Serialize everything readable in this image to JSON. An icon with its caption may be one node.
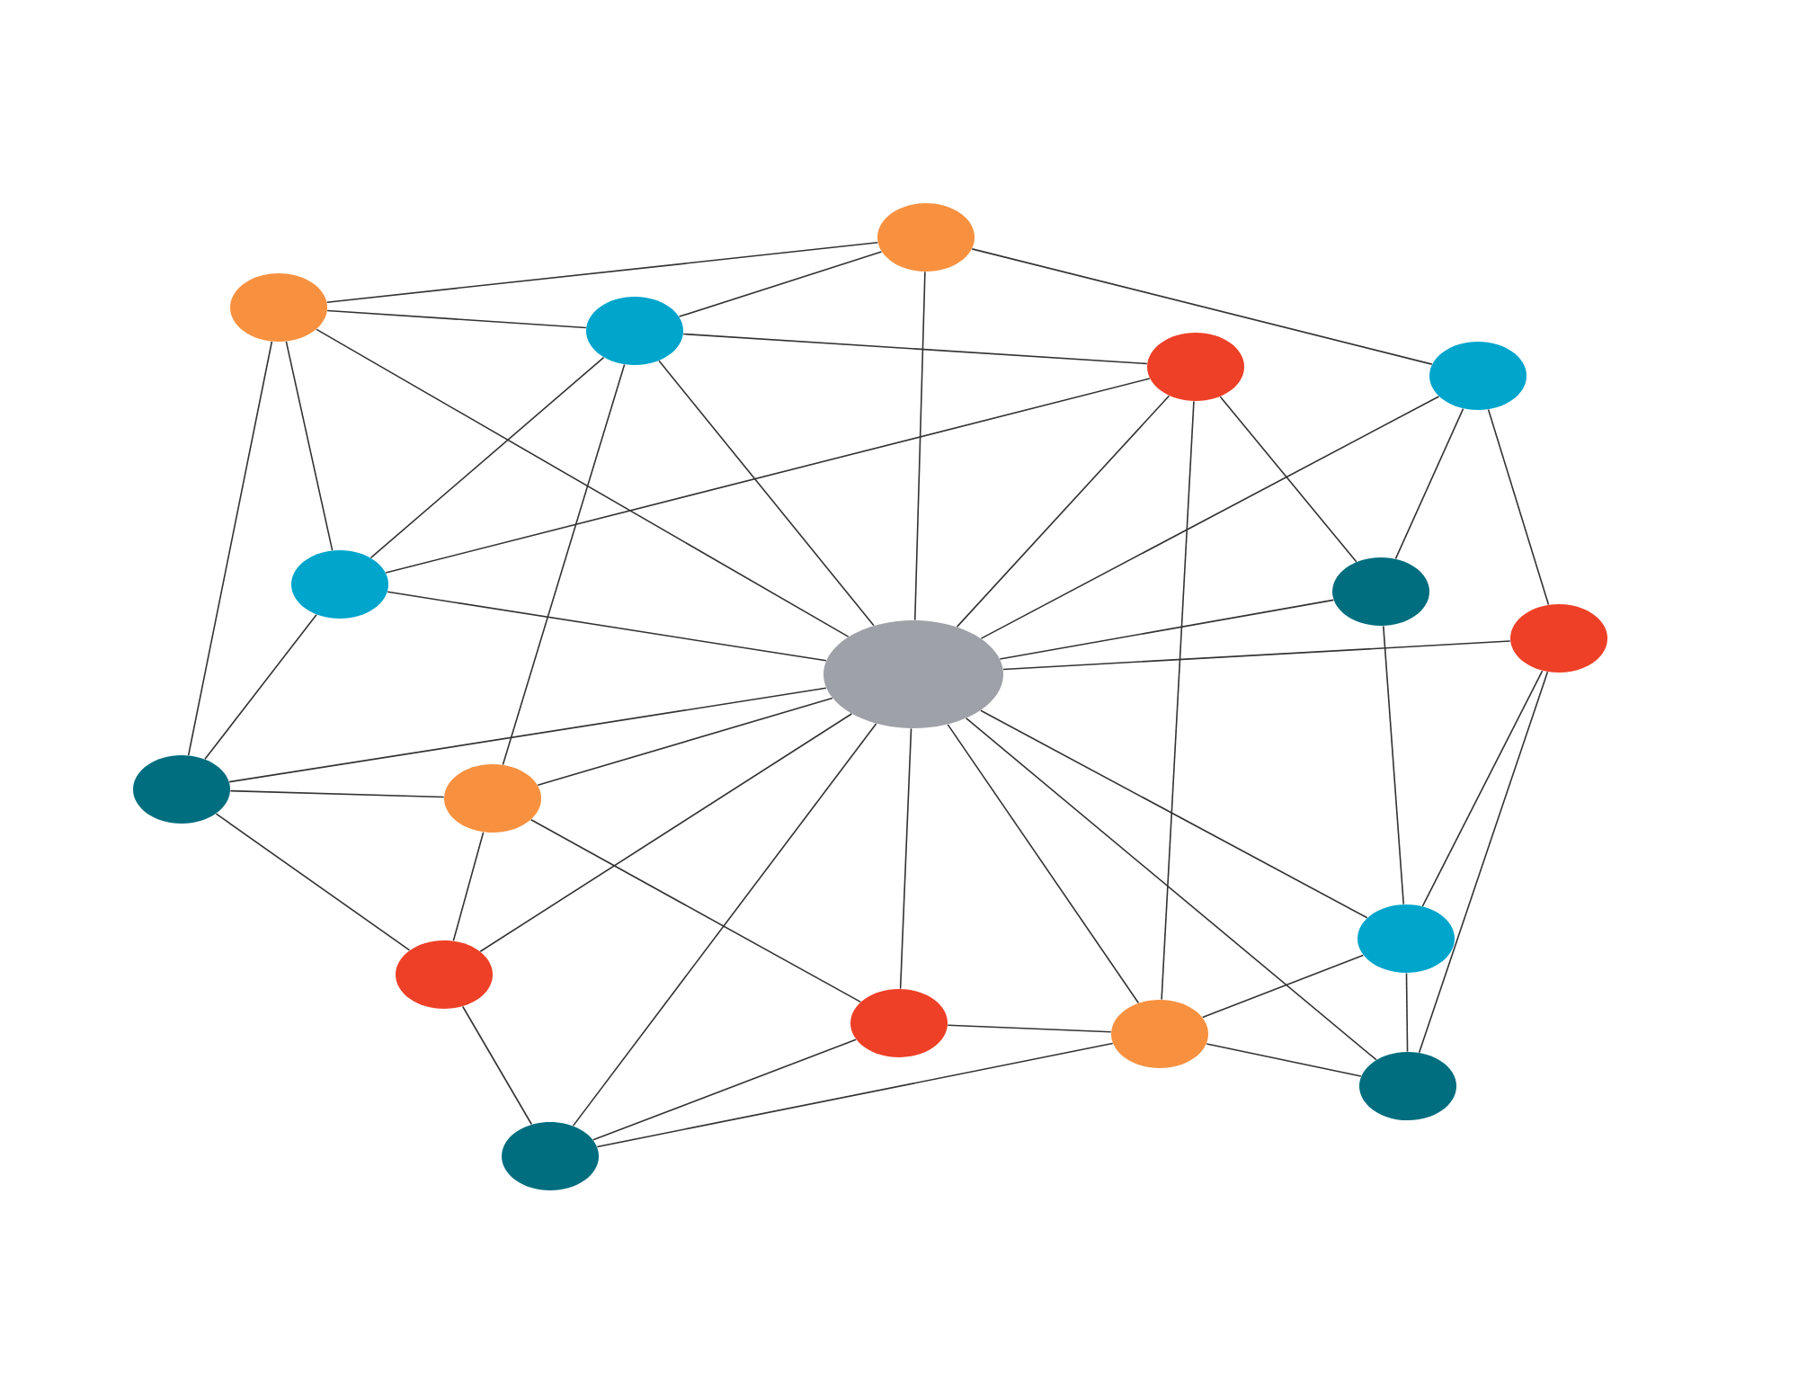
{
  "diagram": {
    "nodes": [
      {
        "text": [],
        "shape": "circle"
      },
      {
        "text": [],
        "shape": "circle"
      },
      {
        "text": [],
        "shape": "circle"
      },
      {
        "text": [],
        "shape": "circle"
      },
      {
        "text": [],
        "shape": "circle"
      },
      {
        "text": [],
        "shape": "circle"
      },
      {
        "text": [],
        "shape": "circle"
      },
      {
        "text": [],
        "shape": "circle"
      },
      {
        "text": [],
        "shape": "circle"
      },
      {
        "text": [],
        "shape": "circle"
      },
      {
        "text": [],
        "shape": "circle"
      },
      {
        "text": [],
        "shape": "circle"
      },
      {
        "text": [],
        "shape": "circle"
      },
      {
        "text": [],
        "shape": "circle"
      },
      {
        "text": [],
        "shape": "circle"
      },
      {
        "text": [],
        "shape": "circle"
      },
      {
        "text": [],
        "shape": "circle"
      }
    ],
    "edges": [
      {
        "from": 1,
        "to": 0,
        "arrow": "none"
      },
      {
        "from": 1,
        "to": 2,
        "arrow": "none"
      },
      {
        "from": 0,
        "to": 2,
        "arrow": "none"
      },
      {
        "from": 0,
        "to": 4,
        "arrow": "none"
      },
      {
        "from": 0,
        "to": 8,
        "arrow": "none"
      },
      {
        "from": 2,
        "to": 3,
        "arrow": "none"
      },
      {
        "from": 1,
        "to": 8,
        "arrow": "none"
      },
      {
        "from": 1,
        "to": 5,
        "arrow": "none"
      },
      {
        "from": 1,
        "to": 9,
        "arrow": "none"
      },
      {
        "from": 2,
        "to": 5,
        "arrow": "none"
      },
      {
        "from": 2,
        "to": 10,
        "arrow": "none"
      },
      {
        "from": 2,
        "to": 8,
        "arrow": "none"
      },
      {
        "from": 3,
        "to": 5,
        "arrow": "none"
      },
      {
        "from": 3,
        "to": 8,
        "arrow": "none"
      },
      {
        "from": 3,
        "to": 14,
        "arrow": "none"
      },
      {
        "from": 3,
        "to": 6,
        "arrow": "none"
      },
      {
        "from": 4,
        "to": 8,
        "arrow": "none"
      },
      {
        "from": 4,
        "to": 6,
        "arrow": "none"
      },
      {
        "from": 4,
        "to": 7,
        "arrow": "none"
      },
      {
        "from": 5,
        "to": 8,
        "arrow": "none"
      },
      {
        "from": 5,
        "to": 9,
        "arrow": "none"
      },
      {
        "from": 6,
        "to": 8,
        "arrow": "none"
      },
      {
        "from": 6,
        "to": 11,
        "arrow": "none"
      },
      {
        "from": 7,
        "to": 8,
        "arrow": "none"
      },
      {
        "from": 7,
        "to": 11,
        "arrow": "none"
      },
      {
        "from": 7,
        "to": 15,
        "arrow": "none"
      },
      {
        "from": 9,
        "to": 8,
        "arrow": "none"
      },
      {
        "from": 9,
        "to": 10,
        "arrow": "none"
      },
      {
        "from": 9,
        "to": 12,
        "arrow": "none"
      },
      {
        "from": 10,
        "to": 8,
        "arrow": "none"
      },
      {
        "from": 10,
        "to": 13,
        "arrow": "none"
      },
      {
        "from": 10,
        "to": 12,
        "arrow": "none"
      },
      {
        "from": 12,
        "to": 8,
        "arrow": "none"
      },
      {
        "from": 12,
        "to": 16,
        "arrow": "none"
      },
      {
        "from": 8,
        "to": 16,
        "arrow": "none"
      },
      {
        "from": 8,
        "to": 13,
        "arrow": "none"
      },
      {
        "from": 8,
        "to": 14,
        "arrow": "none"
      },
      {
        "from": 8,
        "to": 11,
        "arrow": "none"
      },
      {
        "from": 8,
        "to": 15,
        "arrow": "none"
      },
      {
        "from": 11,
        "to": 14,
        "arrow": "none"
      },
      {
        "from": 11,
        "to": 15,
        "arrow": "none"
      },
      {
        "from": 14,
        "to": 15,
        "arrow": "none"
      },
      {
        "from": 13,
        "to": 14,
        "arrow": "none"
      },
      {
        "from": 13,
        "to": 16,
        "arrow": "none"
      },
      {
        "from": 14,
        "to": 16,
        "arrow": "none"
      }
    ]
  }
}
